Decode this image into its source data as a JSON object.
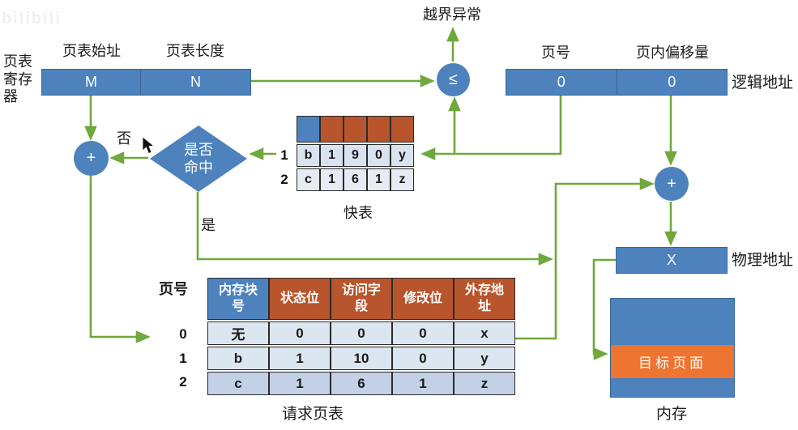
{
  "watermark": "bilibili",
  "colors": {
    "blue": "#4d82bd",
    "orange_header": "#b8552c",
    "orange_target": "#ed7431",
    "green": "#6fa83c",
    "row_light": "#dce6f1",
    "row_dark": "#c2d1e6"
  },
  "register": {
    "side_label_line1": "页表",
    "side_label_line2": "寄存",
    "side_label_line3": "器",
    "start_label": "页表始址",
    "length_label": "页表长度",
    "start_value": "M",
    "length_value": "N"
  },
  "bounds_check": {
    "symbol": "≤",
    "exception_label": "越界异常"
  },
  "logical_address": {
    "page_label": "页号",
    "offset_label": "页内偏移量",
    "page_value": "0",
    "offset_value": "0",
    "name": "逻辑地址"
  },
  "decision": {
    "line1": "是否",
    "line2": "命中",
    "no_label": "否",
    "yes_label": "是"
  },
  "adders": {
    "left": "+",
    "right": "+"
  },
  "tlb": {
    "row_labels": [
      "1",
      "2"
    ],
    "rows": [
      [
        "b",
        "1",
        "9",
        "0",
        "y"
      ],
      [
        "c",
        "1",
        "6",
        "1",
        "z"
      ]
    ],
    "caption": "快表"
  },
  "page_table": {
    "corner_label": "页号",
    "headers": [
      "内存块号",
      "状态位",
      "访问字段",
      "修改位",
      "外存地址"
    ],
    "row_labels": [
      "0",
      "1",
      "2"
    ],
    "rows": [
      [
        "无",
        "0",
        "0",
        "0",
        "x"
      ],
      [
        "b",
        "1",
        "10",
        "0",
        "y"
      ],
      [
        "c",
        "1",
        "6",
        "1",
        "z"
      ]
    ],
    "caption": "请求页表"
  },
  "physical_address": {
    "value": "X",
    "name": "物理地址"
  },
  "memory": {
    "target_page": "目标页面",
    "caption": "内存"
  }
}
